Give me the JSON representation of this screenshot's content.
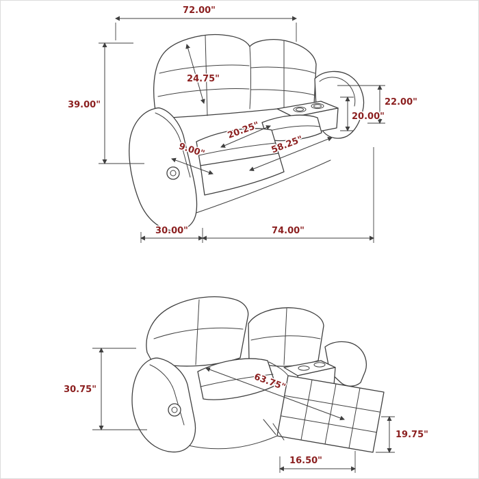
{
  "diagram_title": "reclining-loveseat-dimension-diagram",
  "colors": {
    "dimension_text": "#8b1f1f",
    "line": "#3f3f3f",
    "background": "#ffffff"
  },
  "views": {
    "upright": {
      "dims": {
        "overall_width": "72.00\"",
        "overall_height": "39.00\"",
        "back_cushion_height": "24.75\"",
        "console_height": "22.00\"",
        "console_surface_height": "20.00\"",
        "seat_depth": "20.25\"",
        "interior_seat_width": "58.25\"",
        "armrest_width": "9.00\"",
        "arm_depth": "30.00\"",
        "body_width": "74.00\""
      }
    },
    "reclined": {
      "dims": {
        "reclined_height": "30.75\"",
        "reclined_depth": "63.75\"",
        "footrest_height": "19.75\"",
        "footrest_extension": "16.50\""
      }
    }
  }
}
